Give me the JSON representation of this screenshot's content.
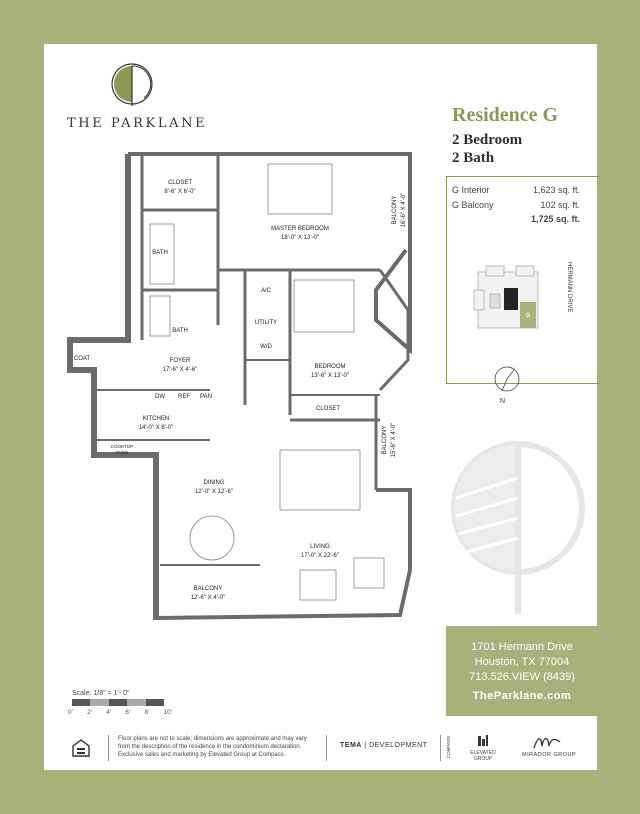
{
  "brand": {
    "name": "THE PARKLANE"
  },
  "residence": {
    "title": "Residence G",
    "bedrooms": "2 Bedroom",
    "baths": "2 Bath"
  },
  "specs": [
    {
      "label": "G Interior",
      "value": "1,623 sq. ft."
    },
    {
      "label": "G Balcony",
      "value": "102 sq. ft."
    }
  ],
  "specs_total": "1,725 sq. ft.",
  "keyplan": {
    "street": "HERMANN DRIVE",
    "unit": "G",
    "north": "N"
  },
  "rooms": {
    "closet_top": {
      "name": "CLOSET",
      "dims": "8'-6\" X 6'-0\""
    },
    "bath_upper": {
      "name": "BATH"
    },
    "bath_lower": {
      "name": "BATH"
    },
    "master": {
      "name": "MASTER BEDROOM",
      "dims": "18'-0\" X 13'-0\""
    },
    "balcony_top": {
      "name": "BALCONY",
      "dims": "16'-6\" X 4'-0\""
    },
    "ac": {
      "name": "A/C"
    },
    "utility": {
      "name": "UTILITY"
    },
    "wd": {
      "name": "W/D"
    },
    "coat": {
      "name": "COAT"
    },
    "foyer": {
      "name": "FOYER",
      "dims": "17'-6\" X 4'-6\""
    },
    "bedroom": {
      "name": "BEDROOM",
      "dims": "13'-6\" X 13'-0\""
    },
    "closet_mid": {
      "name": "CLOSET"
    },
    "dw": {
      "name": "DW"
    },
    "ref": {
      "name": "REF"
    },
    "pan": {
      "name": "PAN"
    },
    "kitchen": {
      "name": "KITCHEN",
      "dims": "14'-0\" X 8'-0\""
    },
    "cooktop": {
      "name": "COOKTOP",
      "sub": "OVEN"
    },
    "balcony_mid": {
      "name": "BALCONY",
      "dims": "15'-6\" X 4'-0\""
    },
    "dining": {
      "name": "DINING",
      "dims": "12'-0\" X 12'-6\""
    },
    "living": {
      "name": "LIVING",
      "dims": "17'-0\" X 22'-6\""
    },
    "balcony_bottom": {
      "name": "BALCONY",
      "dims": "12'-6\" X 4'-0\""
    }
  },
  "address": {
    "line1": "1701 Hermann Drive",
    "line2": "Houston, TX 77004",
    "line3": "713.526.VIEW (8439)",
    "site": "TheParklane.com"
  },
  "scale": {
    "label": "Scale: 1/8\" = 1'- 0\"",
    "ticks": [
      "0'",
      "2'",
      "4'",
      "6'",
      "8'",
      "10'"
    ]
  },
  "footer": {
    "disclaimer": "Floor plans are not to scale; dimensions are approximate and may vary from the description of the residence in the condominium declaration.",
    "marketing": "Exclusive sales and marketing by Elevated Group at Compass.",
    "tema_bold": "TEMA",
    "tema_rest": "DEVELOPMENT",
    "compass": "COMPASS",
    "elevated": "ELEVATED GROUP",
    "mirador": "MIRADOR GROUP"
  },
  "colors": {
    "frame": "#a6b27a",
    "accent": "#8c9a55",
    "wall": "#6b6b6b"
  }
}
